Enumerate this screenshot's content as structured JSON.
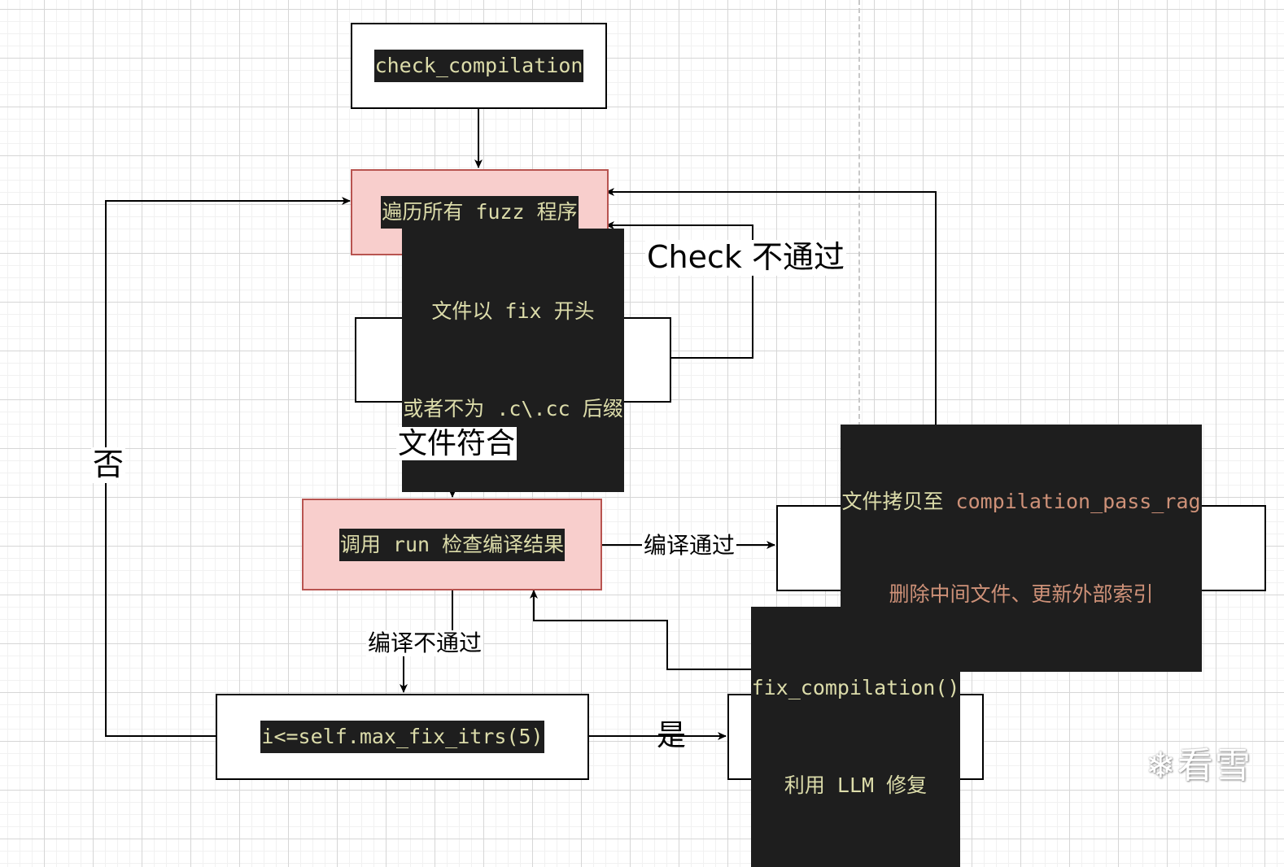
{
  "diagram": {
    "nodes": {
      "check_compilation": {
        "text": "check_compilation"
      },
      "iterate_fuzz": {
        "text": "遍历所有 fuzz 程序"
      },
      "file_filter": {
        "line1": "文件以 fix 开头",
        "line2": "或者不为 .c\\.cc 后缀"
      },
      "run_check": {
        "text": "调用 run 检查编译结果"
      },
      "copy_pass": {
        "line1_prefix": "文件拷贝至 ",
        "line1_code": "compilation_pass_rag",
        "line2": "删除中间文件、更新外部索引"
      },
      "max_iters": {
        "text": "i<=self.max_fix_itrs(5)"
      },
      "fix_compilation": {
        "line1": "fix_compilation()",
        "line2": "利用 LLM 修复"
      }
    },
    "edge_labels": {
      "check_fail": "Check 不通过",
      "file_ok": "文件符合",
      "compile_pass": "编译通过",
      "compile_fail": "编译不通过",
      "yes": "是",
      "no": "否"
    },
    "colors": {
      "process_fill": "#f8cecc",
      "process_stroke": "#b85450",
      "code_bg": "#1e1e1e",
      "code_text": "#dcdcaa",
      "code_string": "#ce9178",
      "code_variable": "#9cdcfe"
    }
  },
  "watermark": {
    "icon": "snowflake-icon",
    "text": "看雪"
  }
}
